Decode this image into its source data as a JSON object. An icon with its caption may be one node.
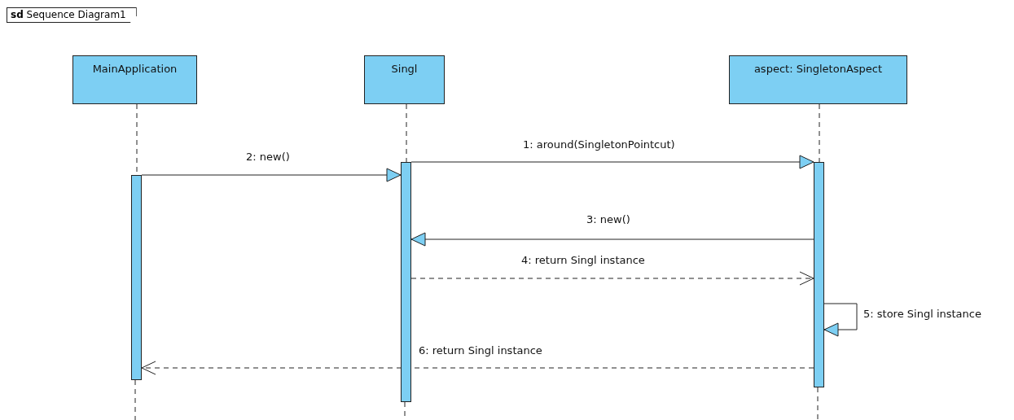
{
  "diagram": {
    "title": "**sd** Sequence Diagram1",
    "nodes": [
      {
        "text": [
          "MainApplication"
        ]
      },
      {
        "text": [
          "Singl"
        ]
      },
      {
        "text": [
          "aspect: SingletonAspect"
        ]
      },
      {
        "text": [],
        "shape": "bar"
      },
      {
        "text": [],
        "shape": "bar"
      },
      {
        "text": [],
        "shape": "bar"
      }
    ],
    "edges": [
      {
        "from": 0,
        "to": 3,
        "arrow": "none",
        "style": "dashed"
      },
      {
        "from": 1,
        "to": 4,
        "arrow": "none",
        "style": "dashed"
      },
      {
        "from": 2,
        "to": 5,
        "arrow": "none",
        "style": "dashed"
      },
      {
        "from": 4,
        "to": 5,
        "arrow": "to",
        "label": "1: around(SingletonPointcut)"
      },
      {
        "from": 3,
        "to": 4,
        "arrow": "to",
        "label": "2: new()"
      },
      {
        "from": 5,
        "to": 4,
        "arrow": "to",
        "label": "3: new()"
      },
      {
        "from": 4,
        "to": 5,
        "arrow": "to",
        "label": "4: return Singl instance",
        "style": "dashed"
      },
      {
        "from": 5,
        "to": 5,
        "arrow": "to",
        "label": "5: store Singl instance"
      },
      {
        "from": 5,
        "to": 3,
        "arrow": "to",
        "label": "6: return Singl instance",
        "style": "dashed"
      }
    ]
  }
}
